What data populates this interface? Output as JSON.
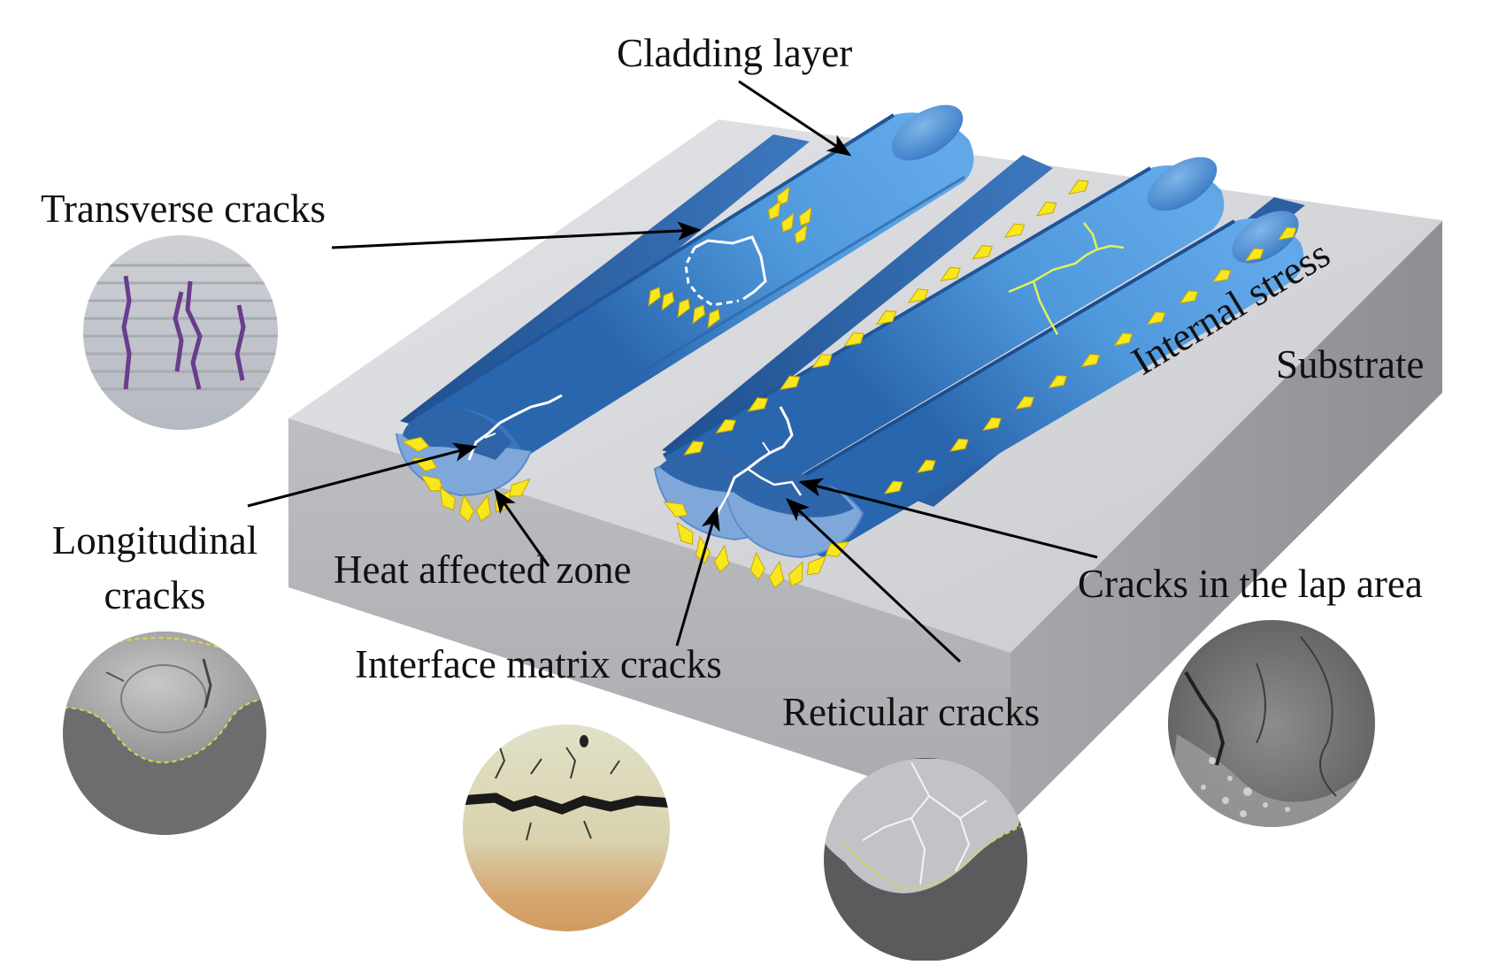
{
  "labels": {
    "cladding_layer": "Cladding layer",
    "transverse_cracks": "Transverse cracks",
    "internal_stress": "Internal stress",
    "substrate": "Substrate",
    "longitudinal_cracks_line1": "Longitudinal",
    "longitudinal_cracks_line2": "cracks",
    "heat_affected_zone": "Heat affected zone",
    "cracks_in_lap_area": "Cracks in the lap area",
    "interface_matrix_cracks": "Interface matrix cracks",
    "reticular_cracks": "Reticular cracks"
  },
  "micrographs": [
    {
      "name": "transverse-cracks-micrograph"
    },
    {
      "name": "longitudinal-cracks-micrograph"
    },
    {
      "name": "interface-matrix-cracks-micrograph"
    },
    {
      "name": "reticular-cracks-micrograph"
    },
    {
      "name": "lap-area-cracks-micrograph"
    }
  ],
  "colors": {
    "substrate_top": "#d3d4d8",
    "substrate_front": "#b3b4b8",
    "substrate_side": "#9e9fa3",
    "cladding_blue": "#4a93d8",
    "cladding_dark": "#2e6db4",
    "stress_arrow": "#f7e71c",
    "crack": "#ffffff",
    "crack_yellow": "#e8f060"
  }
}
